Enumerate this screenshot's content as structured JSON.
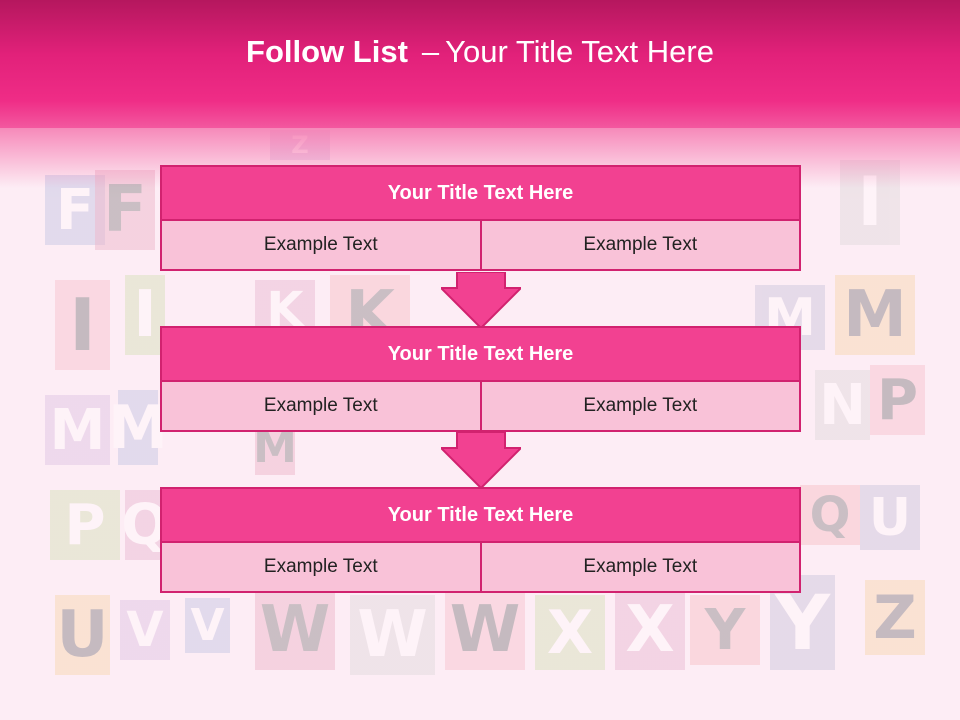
{
  "slide": {
    "title_bold": "Follow List",
    "title_dash": "–",
    "title_rest": "Your Title Text Here"
  },
  "blocks": [
    {
      "title": "Your Title Text Here",
      "cells": [
        "Example Text",
        "Example Text"
      ]
    },
    {
      "title": "Your Title Text Here",
      "cells": [
        "Example Text",
        "Example Text"
      ]
    },
    {
      "title": "Your Title Text Here",
      "cells": [
        "Example Text",
        "Example Text"
      ]
    }
  ],
  "colors": {
    "header": "#e2217a",
    "block_head": "#f24191",
    "block_cell": "#f9c2d8",
    "border": "#d1226f"
  },
  "background_letters": [
    "F",
    "F",
    "I",
    "I",
    "I",
    "K",
    "K",
    "M",
    "M",
    "M",
    "M",
    "M",
    "N",
    "P",
    "P",
    "Q",
    "Q",
    "U",
    "U",
    "V",
    "V",
    "W",
    "W",
    "W",
    "X",
    "X",
    "Y",
    "Y",
    "Z",
    "Z"
  ]
}
